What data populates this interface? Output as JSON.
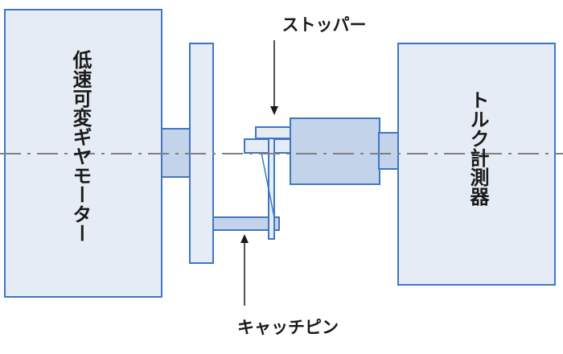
{
  "labels": {
    "motor": "低速可変ギヤモーター",
    "torque": "トルク計測器",
    "stopper": "ストッパー",
    "catch_pin": "キャッチピン"
  },
  "colors": {
    "light_fill": "#e6ecf5",
    "mid_fill": "#c2d3ea",
    "stroke": "#3f76c4",
    "axis_line": "#808080",
    "arrow": "#1a1a1a"
  }
}
